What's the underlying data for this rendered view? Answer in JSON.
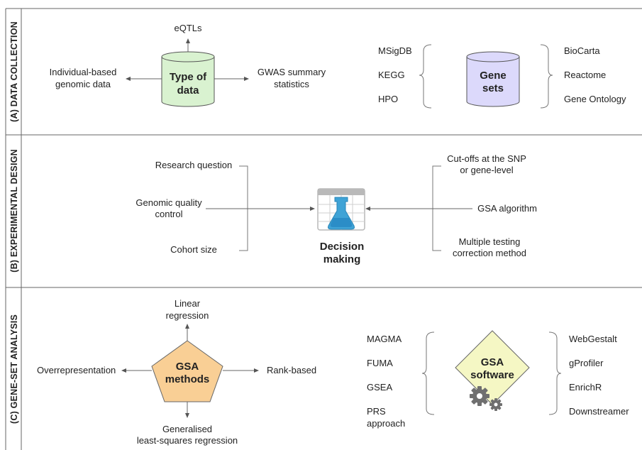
{
  "sections": {
    "a_label": "(A) DATA COLLECTION",
    "b_label": "(B) EXPERIMENTAL DESIGN",
    "c_label": "(C) GENE-SET ANALYSIS"
  },
  "data_collection": {
    "type_of_data": [
      "Type of",
      "data"
    ],
    "top": "eQTLs",
    "left": [
      "Individual-based",
      "genomic data"
    ],
    "right": [
      "GWAS summary",
      "statistics"
    ],
    "gene_sets": [
      "Gene",
      "sets"
    ],
    "left_list": [
      "MSigDB",
      "KEGG",
      "HPO"
    ],
    "right_list": [
      "BioCarta",
      "Reactome",
      "Gene Ontology"
    ]
  },
  "experimental_design": {
    "left": [
      [
        "Research question"
      ],
      [
        "Genomic quality",
        "control"
      ],
      [
        "Cohort size"
      ]
    ],
    "right": [
      [
        "Cut-offs at the SNP",
        "or gene-level"
      ],
      [
        "GSA algorithm"
      ],
      [
        "Multiple testing",
        "correction method"
      ]
    ],
    "center": [
      "Decision",
      "making"
    ]
  },
  "gene_set_analysis": {
    "methods": [
      "GSA",
      "methods"
    ],
    "top": [
      "Linear",
      "regression"
    ],
    "left": "Overrepresentation",
    "right": "Rank-based",
    "bottom": [
      "Generalised",
      "least-squares regression"
    ],
    "software": [
      "GSA",
      "software"
    ],
    "left_list": [
      [
        "MAGMA"
      ],
      [
        "FUMA"
      ],
      [
        "GSEA"
      ],
      [
        "PRS",
        "approach"
      ]
    ],
    "right_list": [
      "WebGestalt",
      "gProfiler",
      "EnrichR",
      "Downstreamer"
    ]
  },
  "colors": {
    "type_of_data_fill": "#d9f2d0",
    "gene_sets_fill": "#dcd9fb",
    "gsa_methods_fill": "#f9cf95",
    "gsa_software_fill": "#f5f7c4",
    "flask": "#3fa3d6"
  }
}
